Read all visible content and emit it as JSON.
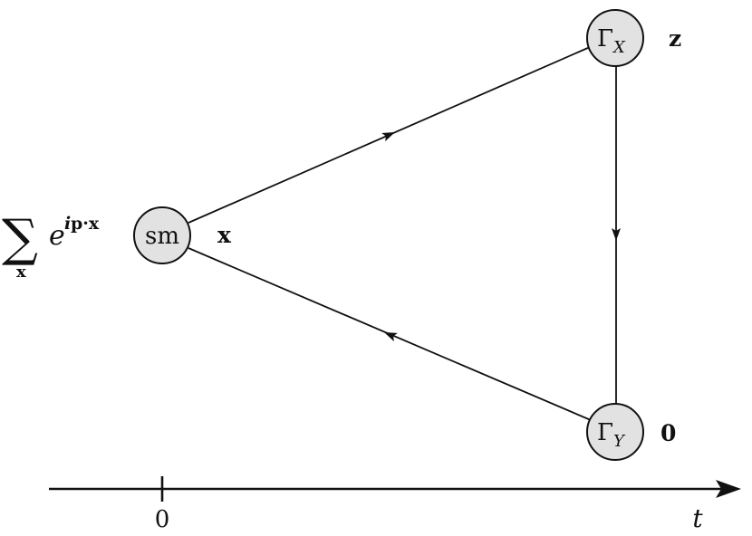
{
  "diagram": {
    "nodes": {
      "sm": {
        "label": "sm",
        "position": "x"
      },
      "gamma_x": {
        "label": "Γ",
        "subscript": "X",
        "position": "z"
      },
      "gamma_y": {
        "label": "Γ",
        "subscript": "Y",
        "position": "0"
      }
    },
    "source_factor": {
      "sum_symbol": "∑",
      "sum_index": "x",
      "exp_base": "e",
      "exp_i": "i",
      "exp_rest": "p·x"
    },
    "time_axis": {
      "origin_label": "0",
      "variable_label": "t"
    },
    "colors": {
      "node_fill": "#e2e2e2",
      "stroke": "#111111"
    }
  }
}
